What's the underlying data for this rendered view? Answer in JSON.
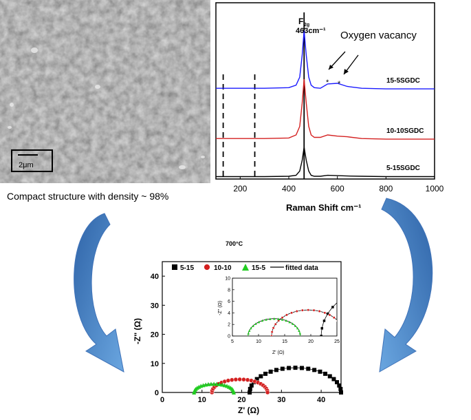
{
  "sem": {
    "scale_bar_label": "2μm",
    "caption": "Compact structure with density ~ 98%"
  },
  "chart_data": [
    {
      "type": "line",
      "title": "",
      "xlabel": "Raman Shift cm⁻¹",
      "ylabel": "",
      "xlim": [
        100,
        1000
      ],
      "x_ticks": [
        200,
        400,
        600,
        800,
        1000
      ],
      "series": [
        {
          "name": "15-5SGDC",
          "color": "#1a1aff",
          "x": [
            100,
            300,
            400,
            430,
            445,
            455,
            463,
            472,
            482,
            492,
            505,
            530,
            560,
            600,
            640,
            700,
            800,
            900,
            1000
          ],
          "y": [
            0.02,
            0.02,
            0.03,
            0.07,
            0.2,
            0.55,
            0.95,
            0.55,
            0.2,
            0.07,
            0.03,
            0.02,
            0.09,
            0.1,
            0.05,
            0.02,
            0.01,
            0.01,
            0.01
          ]
        },
        {
          "name": "10-10SGDC",
          "color": "#d42020",
          "x": [
            100,
            300,
            400,
            430,
            445,
            455,
            463,
            472,
            482,
            492,
            505,
            530,
            560,
            600,
            640,
            700,
            800,
            900,
            1000
          ],
          "y": [
            0.02,
            0.02,
            0.03,
            0.08,
            0.22,
            0.6,
            1.0,
            0.6,
            0.22,
            0.08,
            0.04,
            0.04,
            0.08,
            0.06,
            0.05,
            0.02,
            0.01,
            0.01,
            0.01
          ]
        },
        {
          "name": "5-15SGDC",
          "color": "#000000",
          "x": [
            100,
            300,
            400,
            430,
            445,
            455,
            463,
            472,
            482,
            492,
            505,
            530,
            560,
            600,
            640,
            700,
            800,
            900,
            1000
          ],
          "y": [
            0.01,
            0.01,
            0.02,
            0.05,
            0.18,
            0.5,
            0.9,
            0.5,
            0.18,
            0.05,
            0.02,
            0.02,
            0.05,
            0.04,
            0.03,
            0.02,
            0.01,
            0.01,
            0.01
          ]
        }
      ],
      "annotations": {
        "peak_label_main": "F",
        "peak_label_sub": "2g",
        "peak_position": "463cm⁻¹",
        "oxygen_vacancy": "Oxygen vacancy",
        "vacancy_marks": [
          "*",
          "*"
        ]
      },
      "vertical_lines_dashed": [
        130,
        260
      ],
      "vertical_line_solid": 463
    },
    {
      "type": "scatter",
      "title": "700°C",
      "xlabel": "Z' (Ω)",
      "ylabel": "-Z'' (Ω)",
      "xlim": [
        0,
        45
      ],
      "ylim": [
        0,
        45
      ],
      "x_ticks": [
        0,
        10,
        20,
        30,
        40
      ],
      "y_ticks": [
        0,
        10,
        20,
        30,
        40
      ],
      "legend": [
        "5-15",
        "10-10",
        "15-5",
        "fitted data"
      ],
      "series": [
        {
          "name": "5-15",
          "marker": "square",
          "color": "#000000",
          "center": 33.5,
          "radius": 11.5,
          "ymax": 8.5
        },
        {
          "name": "10-10",
          "marker": "circle",
          "color": "#d42020",
          "center": 19.5,
          "radius": 7.0,
          "ymax": 4.5
        },
        {
          "name": "15-5",
          "marker": "triangle",
          "color": "#22cc22",
          "center": 13.0,
          "radius": 5.0,
          "ymax": 3.0
        }
      ],
      "inset": {
        "xlabel": "Z' (Ω)",
        "ylabel": "-Z'' (Ω)",
        "xlim": [
          5,
          25
        ],
        "ylim": [
          0,
          10
        ],
        "x_ticks": [
          5,
          10,
          15,
          20,
          25
        ],
        "y_ticks": [
          0,
          2,
          4,
          6,
          8,
          10
        ]
      }
    }
  ]
}
